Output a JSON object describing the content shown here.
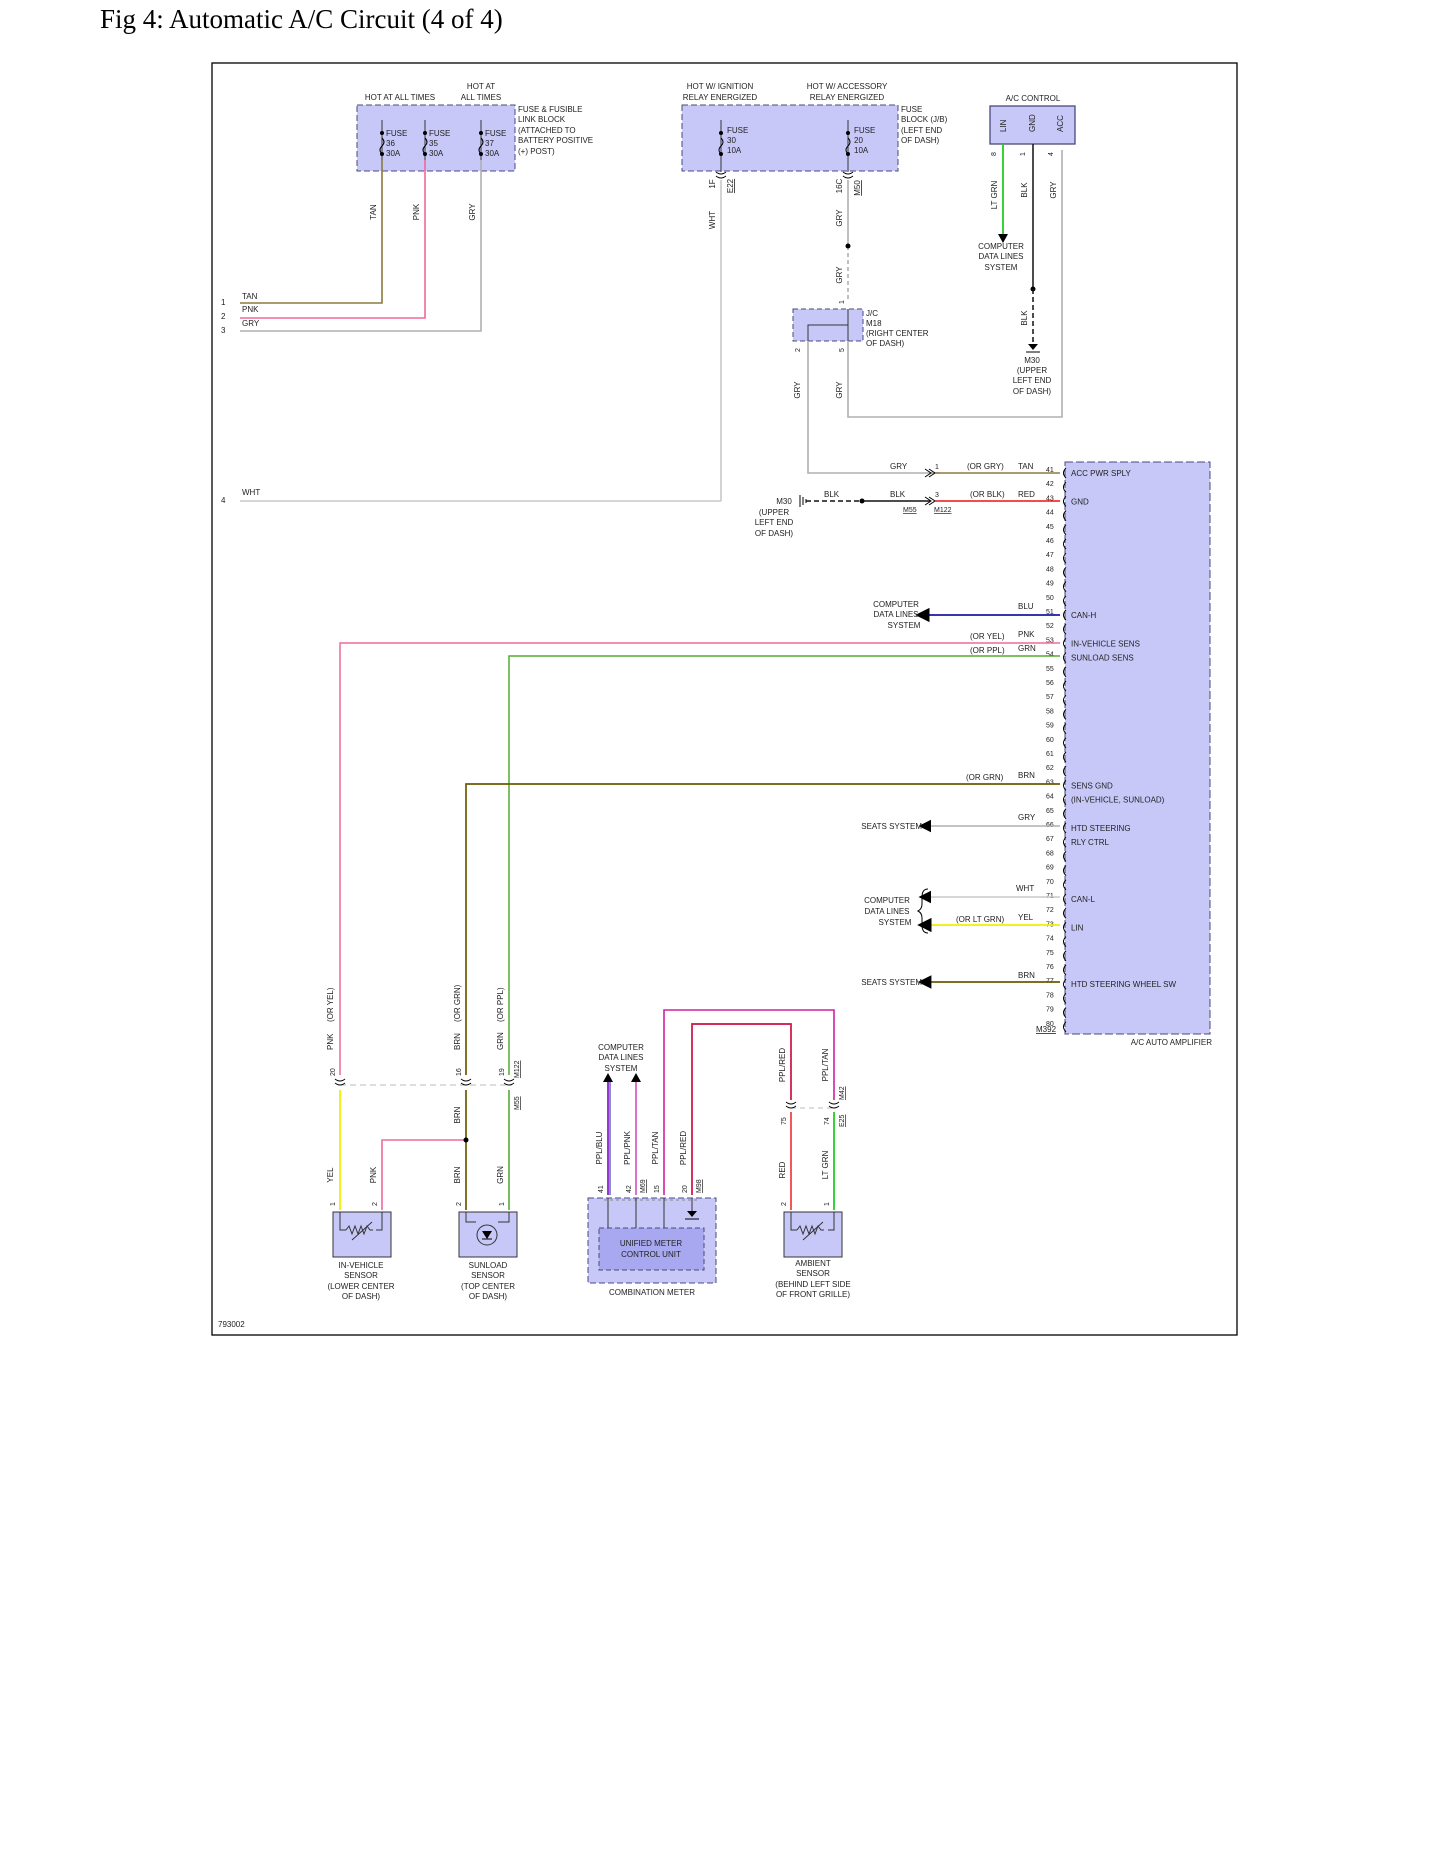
{
  "title": "Fig 4: Automatic A/C Circuit (4 of 4)",
  "figure_id": "793002",
  "hot_labels": [
    "HOT AT ALL TIMES",
    "HOT AT",
    "ALL TIMES",
    "HOT W/ IGNITION",
    "RELAY ENERGIZED",
    "HOT W/ ACCESSORY",
    "RELAY ENERGIZED"
  ],
  "fuse_link_block": {
    "lines": [
      "FUSE & FUSIBLE",
      "LINK BLOCK",
      "(ATTACHED TO",
      "BATTERY POSITIVE",
      "(+) POST)"
    ]
  },
  "fuse_block": {
    "lines": [
      "FUSE",
      "BLOCK (J/B)",
      "(LEFT END",
      "OF DASH)"
    ]
  },
  "fuses": [
    {
      "name": "FUSE",
      "num": "36",
      "amp": "30A"
    },
    {
      "name": "FUSE",
      "num": "35",
      "amp": "30A"
    },
    {
      "name": "FUSE",
      "num": "37",
      "amp": "30A"
    },
    {
      "name": "FUSE",
      "num": "30",
      "amp": "10A"
    },
    {
      "name": "FUSE",
      "num": "20",
      "amp": "10A"
    }
  ],
  "ac_control": {
    "title": "A/C CONTROL",
    "pins": [
      {
        "name": "LIN",
        "num": "8"
      },
      {
        "name": "GND",
        "num": "1"
      },
      {
        "name": "ACC",
        "num": "4"
      }
    ]
  },
  "connectors": {
    "e22": "E22",
    "m50": "M50",
    "f1": "1F",
    "c16": "16C",
    "m18_pin1": "1",
    "m18_pin2": "2",
    "m18_pin5": "5",
    "m55": "M55",
    "m122": "M122",
    "m392": "M392",
    "m69": "M69",
    "m98": "M98",
    "m42": "M42",
    "e25": "E25"
  },
  "jc": {
    "lines": [
      "J/C",
      "M18",
      "(RIGHT CENTER",
      "OF DASH)"
    ]
  },
  "m30_top": {
    "lines": [
      "M30",
      "(UPPER",
      "LEFT END",
      "OF DASH)"
    ]
  },
  "m30_mid": {
    "lines": [
      "M30",
      "(UPPER",
      "LEFT END",
      "OF DASH)"
    ]
  },
  "cdl": [
    "COMPUTER",
    "DATA LINES",
    "SYSTEM"
  ],
  "seats": "SEATS SYSTEM",
  "left_wires": [
    {
      "num": "1",
      "color": "TAN"
    },
    {
      "num": "2",
      "color": "PNK"
    },
    {
      "num": "3",
      "color": "GRY"
    },
    {
      "num": "4",
      "color": "WHT"
    }
  ],
  "wire_labels": {
    "tan": "TAN",
    "pnk": "PNK",
    "gry": "GRY",
    "wht": "WHT",
    "ltgrn": "LT GRN",
    "blk": "BLK",
    "blu": "BLU",
    "grn": "GRN",
    "brn": "BRN",
    "yel": "YEL",
    "red": "RED",
    "ppl_blu": "PPL/BLU",
    "ppl_pnk": "PPL/PNK",
    "ppl_tan": "PPL/TAN",
    "ppl_red": "PPL/RED"
  },
  "or_labels": {
    "or_gry": "(OR GRY)",
    "or_blk": "(OR BLK)",
    "or_yel": "(OR YEL)",
    "or_ppl": "(OR PPL)",
    "or_grn": "(OR GRN)",
    "or_ltgrn": "(OR LT GRN)"
  },
  "amplifier": {
    "title": "A/C AUTO AMPLIFIER",
    "pin_start": 41,
    "pin_end": 80,
    "signals": [
      {
        "pin": "41",
        "name": "ACC PWR SPLY"
      },
      {
        "pin": "43",
        "name": "GND"
      },
      {
        "pin": "51",
        "name": "CAN-H"
      },
      {
        "pin": "53",
        "name": "IN-VEHICLE SENS"
      },
      {
        "pin": "54",
        "name": "SUNLOAD SENS"
      },
      {
        "pin": "63",
        "name": "SENS GND"
      },
      {
        "pin": "64",
        "name": "(IN-VEHICLE, SUNLOAD)"
      },
      {
        "pin": "66",
        "name": "HTD STEERING"
      },
      {
        "pin": "67",
        "name": "RLY CTRL"
      },
      {
        "pin": "71",
        "name": "CAN-L"
      },
      {
        "pin": "73",
        "name": "LIN"
      },
      {
        "pin": "77",
        "name": "HTD STEERING WHEEL SW"
      }
    ]
  },
  "components": {
    "invehicle": [
      "IN-VEHICLE",
      "SENSOR",
      "(LOWER CENTER",
      "OF DASH)"
    ],
    "sunload": [
      "SUNLOAD",
      "SENSOR",
      "(TOP CENTER",
      "OF DASH)"
    ],
    "meter_unit": [
      "UNIFIED METER",
      "CONTROL UNIT"
    ],
    "meter": "COMBINATION METER",
    "ambient": [
      "AMBIENT",
      "SENSOR",
      "(BEHIND LEFT SIDE",
      "OF FRONT GRILLE)"
    ]
  },
  "pins": {
    "p1": "1",
    "p2": "2",
    "p3": "3",
    "p15": "15",
    "p16": "16",
    "p19": "19",
    "p20": "20",
    "p41": "41",
    "p42": "42",
    "p74": "74",
    "p75": "75"
  },
  "colors": {
    "tan": "#8b7a40",
    "pnk": "#f06a9a",
    "gry": "#b0b0b0",
    "wht": "#c8c8c8",
    "ltgrn": "#22cc22",
    "blk": "#111111",
    "blu": "#1a1aa0",
    "grn": "#55aa33",
    "brn": "#6b5a00",
    "yel": "#f0f000",
    "red": "#ee1111",
    "ppl": "#8822cc",
    "magenta": "#d020a0",
    "crimson": "#cc1144",
    "box_fill": "#c8c8f8",
    "box_stroke": "#4a4a7a"
  }
}
